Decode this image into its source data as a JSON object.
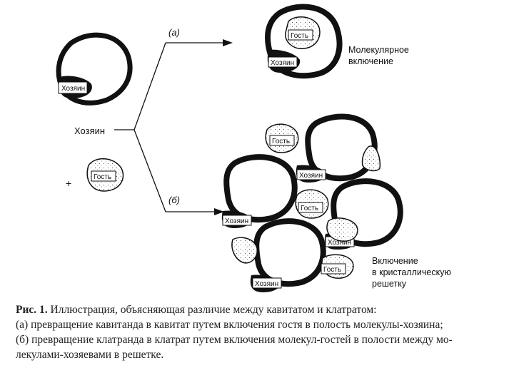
{
  "labels": {
    "host": "Хозяин",
    "guest": "Гость",
    "plus": "+",
    "path_a": "(а)",
    "path_b": "(б)",
    "result_a_line1": "Молекулярное",
    "result_a_line2": "включение",
    "result_b_line1": "Включение",
    "result_b_line2": "в кристаллическую",
    "result_b_line3": "решетку"
  },
  "caption": {
    "figure_label": "Рис. 1.",
    "title": " Иллюстрация, объясняющая различие между кавитатом и клатратом:",
    "line_a": "(а) превращение кавитанда в кавитат путем включения гостя в полость молекулы-хозяина;",
    "line_b": "(б) превращение клатранда в клатрат путем включения молекул-гостей в полости между мо-",
    "line_c": "лекулами-хозяевами в решетке."
  }
}
